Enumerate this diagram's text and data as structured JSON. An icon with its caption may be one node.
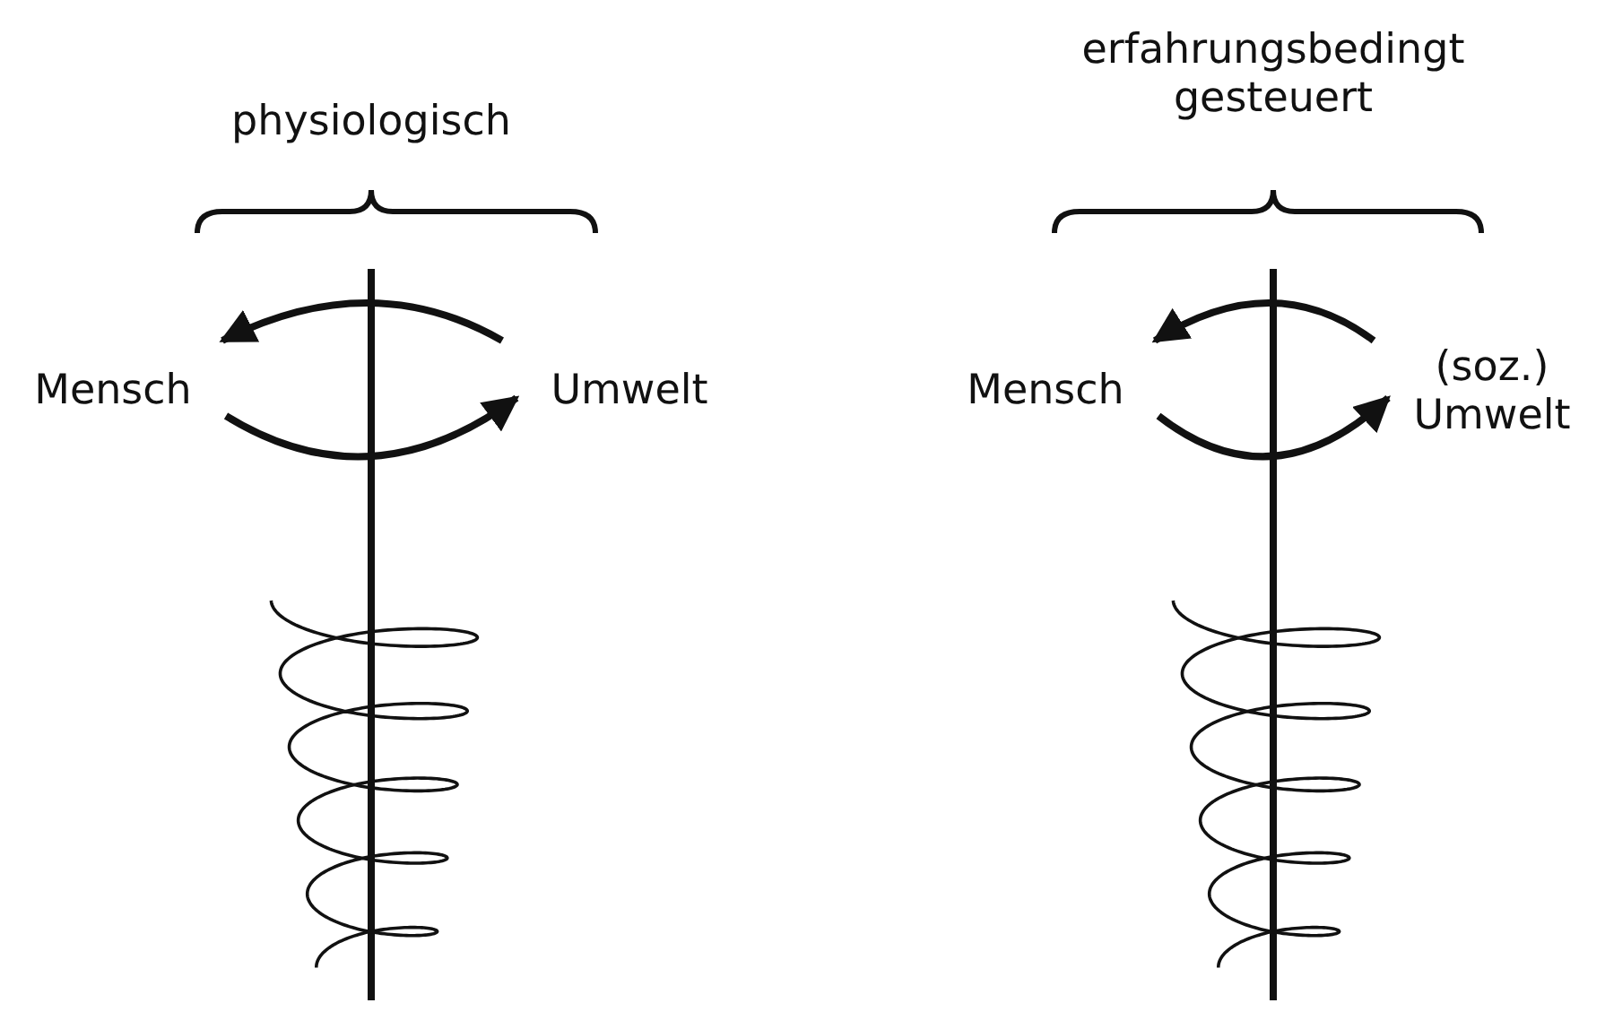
{
  "diagram": {
    "nodes": [
      {
        "text": [
          "Mensch"
        ]
      },
      {
        "text": [
          "Umwelt"
        ]
      },
      {
        "text": [
          "Mensch"
        ]
      },
      {
        "text": [
          "(soz.) Umwelt"
        ]
      }
    ],
    "edges": [
      {
        "from": 1,
        "to": 0,
        "arrow": "to"
      },
      {
        "from": 0,
        "to": 1,
        "arrow": "to"
      },
      {
        "from": 3,
        "to": 2,
        "arrow": "to"
      },
      {
        "from": 2,
        "to": 3,
        "arrow": "to"
      }
    ],
    "labels": [
      "physiologisch",
      "erfahrungsbedingt gesteuert"
    ]
  }
}
